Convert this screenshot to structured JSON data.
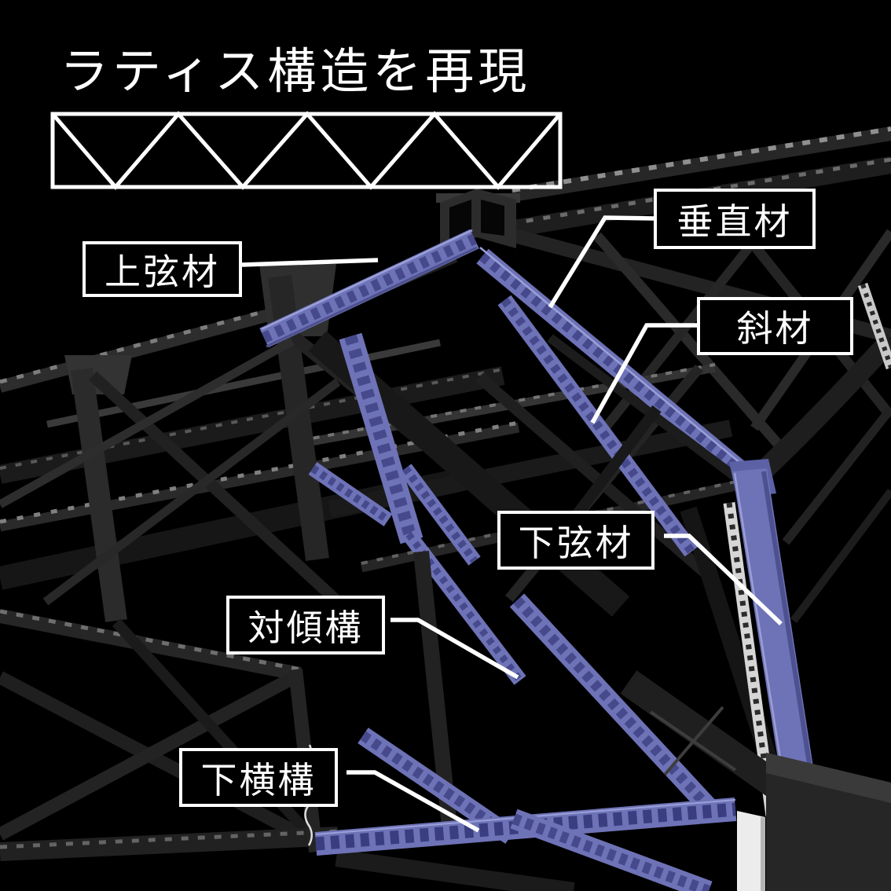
{
  "title": "ラティス構造を再現",
  "labels": [
    {
      "id": "upper-chord",
      "text": "上弦材"
    },
    {
      "id": "vertical-member",
      "text": "垂直材"
    },
    {
      "id": "diagonal-member",
      "text": "斜材"
    },
    {
      "id": "lower-chord",
      "text": "下弦材"
    },
    {
      "id": "sway-bracing",
      "text": "対傾構"
    },
    {
      "id": "lower-lateral-bracing",
      "text": "下横構"
    }
  ],
  "colors": {
    "background": "#000000",
    "label_text": "#ffffff",
    "label_border": "#ffffff",
    "highlight_member": "#6e73b7",
    "diagram_line": "#ffffff"
  }
}
